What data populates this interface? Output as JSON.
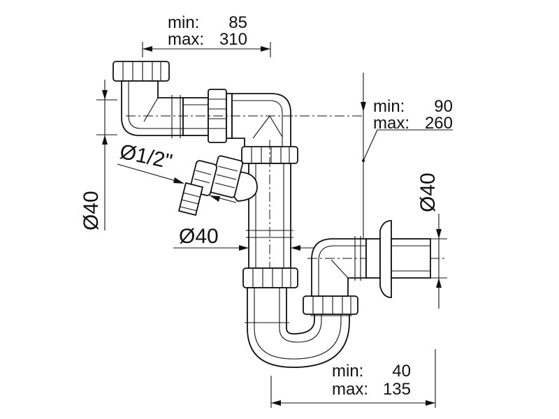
{
  "top_dim": {
    "min_label": "min:",
    "min_value": "85",
    "max_label": "max:",
    "max_value": "310"
  },
  "right_dim": {
    "min_label": "min:",
    "min_value": "90",
    "max_label": "max:",
    "max_value": "260"
  },
  "bottom_dim": {
    "min_label": "min:",
    "min_value": "40",
    "max_label": "max:",
    "max_value": "135"
  },
  "labels": {
    "left_diameter": "Ø40",
    "hose_diameter": "Ø1/2\"",
    "pipe_diameter": "Ø40",
    "right_diameter": "Ø40"
  }
}
